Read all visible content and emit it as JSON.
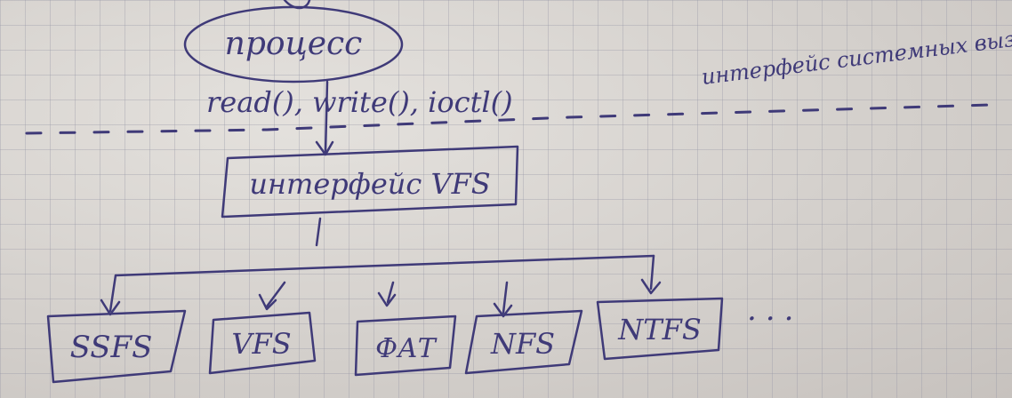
{
  "process": {
    "label": "процесс"
  },
  "syscalls": {
    "label": "read(), write(), ioctl()"
  },
  "syscall_interface": {
    "label": "интерфейс системных вызовов"
  },
  "vfs": {
    "label": "интерфейс VFS"
  },
  "filesystems": [
    {
      "label": "SSFS"
    },
    {
      "label": "VFS"
    },
    {
      "label": "ФАТ"
    },
    {
      "label": "NFS"
    },
    {
      "label": "NTFS"
    }
  ],
  "ellipsis": "...",
  "colors": {
    "ink": "#3f3a78",
    "paper": "#d9d6d3",
    "grid": "#9696a5"
  }
}
